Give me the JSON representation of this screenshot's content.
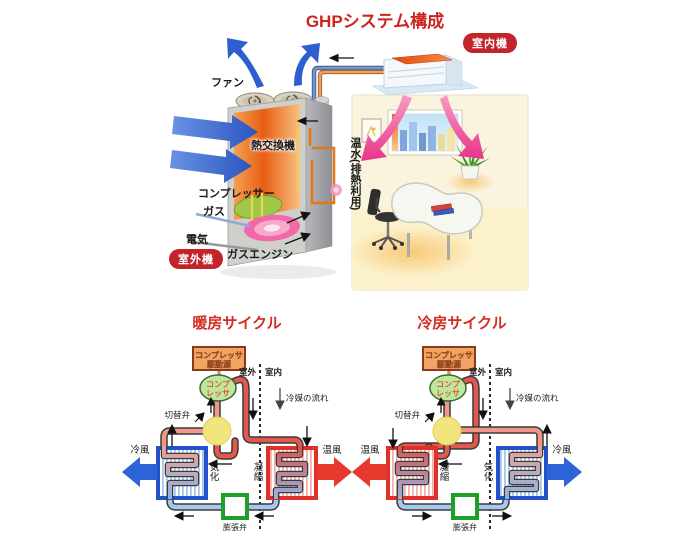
{
  "page": {
    "title": "GHPシステム構成"
  },
  "palette": {
    "title_red": "#cc2420",
    "badge_red": "#c3232b",
    "hot_pipe": "#e4574c",
    "cold_pipe": "#a5c8ec",
    "warm_air_arrow": "#e8392f",
    "cold_air_arrow": "#2e63d8",
    "expansion_valve_green": "#1ca028",
    "switch_valve_yellow": "#f3e57e"
  },
  "system_diagram": {
    "indoor_unit_badge": "室内機",
    "outdoor_unit_badge": "室外機",
    "fan_label": "ファン",
    "heat_exchanger_label": "熱交換機",
    "hot_water_label": "温水(排熱利用)",
    "compressor_label": "コンプレッサー",
    "gas_label": "ガス",
    "electricity_label": "電気",
    "gas_engine_label": "ガスエンジン"
  },
  "heating_cycle": {
    "title": "暖房サイクル",
    "drive_source_line1": "コンプレッサ",
    "drive_source_line2": "駆動源",
    "compressor_line1": "コンプ",
    "compressor_line2": "レッサ",
    "switch_valve_label": "切替弁",
    "outdoor_label": "室外",
    "indoor_label": "室内",
    "refrigerant_flow_label": "冷媒の流れ",
    "left_process_label": "気化",
    "right_process_label": "凝縮",
    "left_air_label": "冷風",
    "right_air_label": "温風",
    "expansion_valve_label": "膨張弁"
  },
  "cooling_cycle": {
    "title": "冷房サイクル",
    "drive_source_line1": "コンプレッサ",
    "drive_source_line2": "駆動源",
    "compressor_line1": "コンプ",
    "compressor_line2": "レッサ",
    "switch_valve_label": "切替弁",
    "outdoor_label": "室外",
    "indoor_label": "室内",
    "refrigerant_flow_label": "冷媒の流れ",
    "left_process_label": "凝縮",
    "right_process_label": "気化",
    "left_air_label": "温風",
    "right_air_label": "冷風",
    "expansion_valve_label": "膨張弁"
  }
}
